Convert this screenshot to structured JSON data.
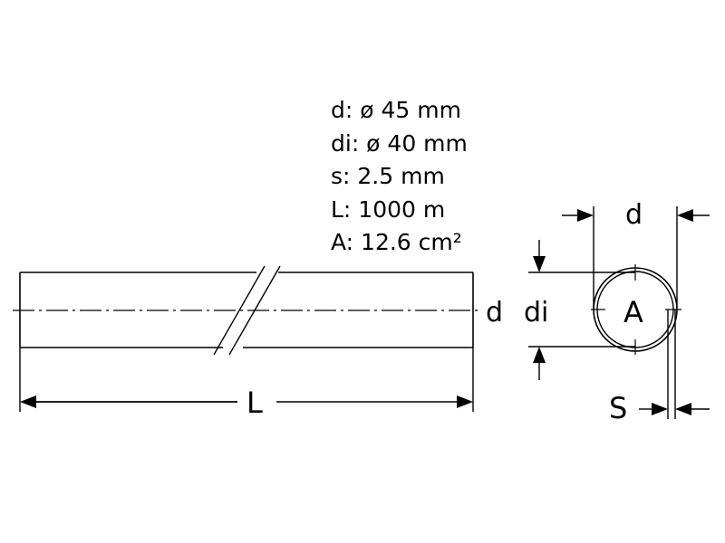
{
  "specs": [
    "d: ø 45 mm",
    "di: ø 40 mm",
    "s: 2.5 mm",
    "L: 1000 m",
    "A: 12.6 cm²"
  ],
  "labels": {
    "length": "L",
    "outer_diameter_side": "d",
    "outer_diameter_top": "d",
    "inner_diameter": "di",
    "area": "A",
    "wall_thickness": "S"
  },
  "colors": {
    "line": "#000000",
    "background": "#ffffff"
  }
}
